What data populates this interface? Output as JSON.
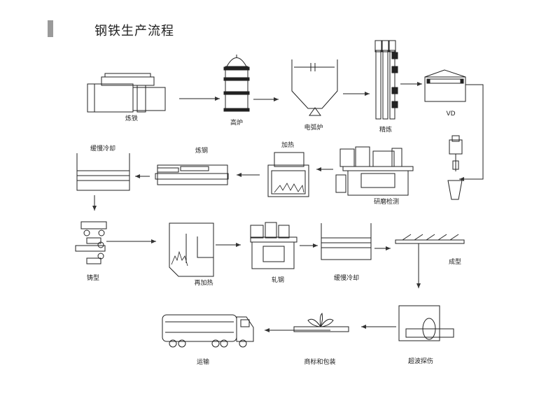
{
  "title": "钢铁生产流程",
  "steps": {
    "ironmaking": "炼铁",
    "blast_furnace": "高炉",
    "eaf": "电弧炉",
    "refining": "精炼",
    "vd": "VD",
    "rough_machining": "研磨检测",
    "heating": "加热",
    "steelmaking": "炼钢",
    "slow_cooling_1": "缓慢冷却",
    "casting": "铸型",
    "reheating": "再加热",
    "rolling": "轧钢",
    "slow_cooling_2": "缓慢冷却",
    "forming": "成型",
    "ultrasonic": "超波探伤",
    "packaging": "商标和包装",
    "transport": "运输"
  }
}
